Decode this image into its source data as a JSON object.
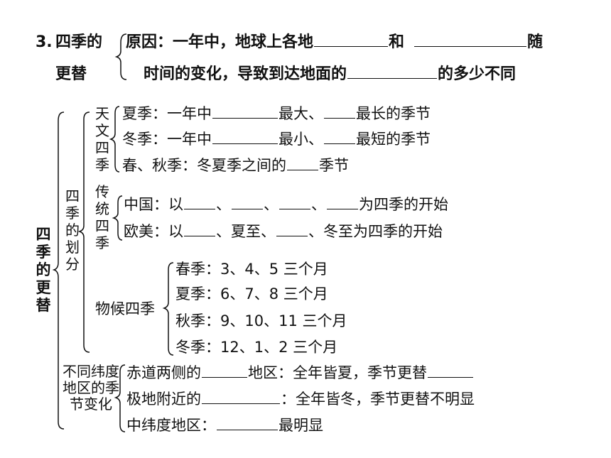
{
  "section": {
    "number": "3.",
    "title_line1": "四季的",
    "title_line2": "更替",
    "cause_line1": "原因：一年中，地球上各地",
    "cause_and": "和",
    "cause_sui": "随",
    "cause_line2a": "时间的变化，导致到达地面的",
    "cause_line2b": "的多少不同"
  },
  "root_label": "四季的更替",
  "division": {
    "label": "四季的划分",
    "astro": {
      "label": "天文四季",
      "summer_a": "夏季：一年中",
      "summer_b": "最大、",
      "summer_c": "最长的季节",
      "winter_a": "冬季：一年中",
      "winter_b": "最小、",
      "winter_c": "最短的季节",
      "spring_a": "春、秋季：冬夏季之间的",
      "spring_b": "季节"
    },
    "traditional": {
      "label": "传统四季",
      "china_a": "中国：以",
      "china_sep": "、",
      "china_b": "为四季的开始",
      "euro_a": "欧美：以",
      "euro_b": "、夏至、",
      "euro_c": "、冬至为四季的开始"
    },
    "phenology": {
      "label": "物候四季",
      "spring": "春季：3、4、5 三个月",
      "summer": "夏季：6、7、8 三个月",
      "autumn": "秋季：9、10、11 三个月",
      "winter": "冬季：12、1、2 三个月"
    }
  },
  "latitude": {
    "label": "不同纬度地区的季节变化",
    "equator_a": "赤道两侧的",
    "equator_b": "地区：全年皆夏，季节更替",
    "polar_a": "极地附近的",
    "polar_b": "：全年皆冬，季节更替不明显",
    "mid_a": "中纬度地区：",
    "mid_b": "最明显"
  }
}
